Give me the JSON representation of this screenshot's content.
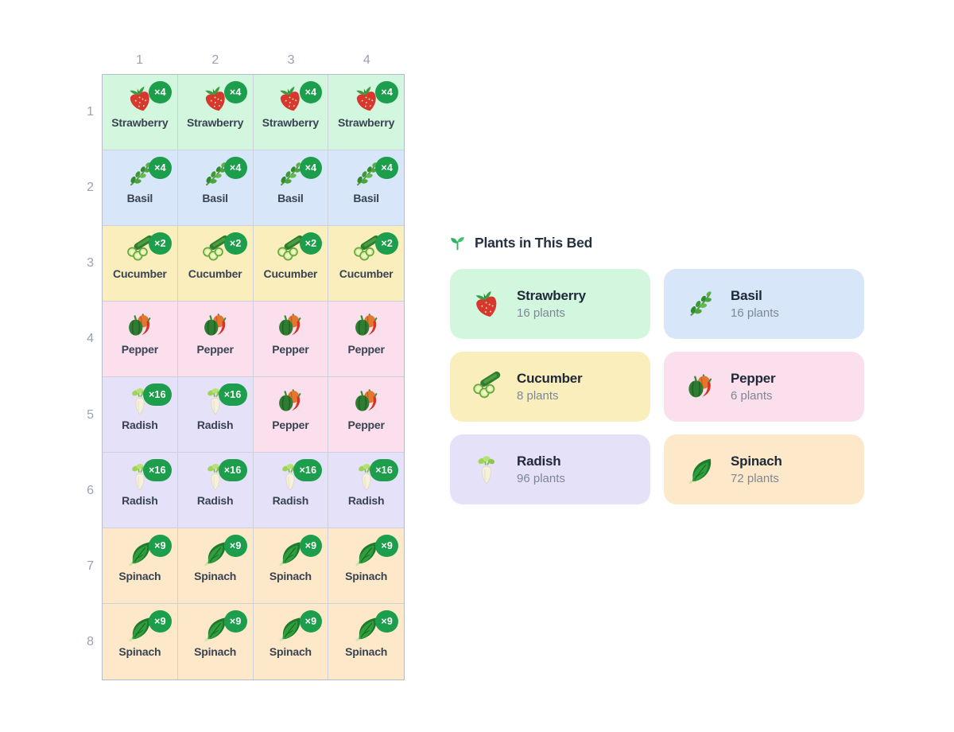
{
  "palette": {
    "badge_green": "#1d9e4c",
    "seedling_green": "#2eb561",
    "plant_colors": {
      "strawberry": "#d3f6de",
      "basil": "#d7e6f8",
      "cucumber": "#faeebd",
      "pepper": "#fbdfec",
      "radish": "#e4e1f8",
      "spinach": "#fde9c9"
    }
  },
  "grid": {
    "column_labels": [
      "1",
      "2",
      "3",
      "4"
    ],
    "row_labels": [
      "1",
      "2",
      "3",
      "4",
      "5",
      "6",
      "7",
      "8"
    ],
    "rows": [
      [
        {
          "plant": "strawberry",
          "label": "Strawberry",
          "badge": "×4"
        },
        {
          "plant": "strawberry",
          "label": "Strawberry",
          "badge": "×4"
        },
        {
          "plant": "strawberry",
          "label": "Strawberry",
          "badge": "×4"
        },
        {
          "plant": "strawberry",
          "label": "Strawberry",
          "badge": "×4"
        }
      ],
      [
        {
          "plant": "basil",
          "label": "Basil",
          "badge": "×4"
        },
        {
          "plant": "basil",
          "label": "Basil",
          "badge": "×4"
        },
        {
          "plant": "basil",
          "label": "Basil",
          "badge": "×4"
        },
        {
          "plant": "basil",
          "label": "Basil",
          "badge": "×4"
        }
      ],
      [
        {
          "plant": "cucumber",
          "label": "Cucumber",
          "badge": "×2"
        },
        {
          "plant": "cucumber",
          "label": "Cucumber",
          "badge": "×2"
        },
        {
          "plant": "cucumber",
          "label": "Cucumber",
          "badge": "×2"
        },
        {
          "plant": "cucumber",
          "label": "Cucumber",
          "badge": "×2"
        }
      ],
      [
        {
          "plant": "pepper",
          "label": "Pepper",
          "badge": ""
        },
        {
          "plant": "pepper",
          "label": "Pepper",
          "badge": ""
        },
        {
          "plant": "pepper",
          "label": "Pepper",
          "badge": ""
        },
        {
          "plant": "pepper",
          "label": "Pepper",
          "badge": ""
        }
      ],
      [
        {
          "plant": "radish",
          "label": "Radish",
          "badge": "×16"
        },
        {
          "plant": "radish",
          "label": "Radish",
          "badge": "×16"
        },
        {
          "plant": "pepper",
          "label": "Pepper",
          "badge": ""
        },
        {
          "plant": "pepper",
          "label": "Pepper",
          "badge": ""
        }
      ],
      [
        {
          "plant": "radish",
          "label": "Radish",
          "badge": "×16"
        },
        {
          "plant": "radish",
          "label": "Radish",
          "badge": "×16"
        },
        {
          "plant": "radish",
          "label": "Radish",
          "badge": "×16"
        },
        {
          "plant": "radish",
          "label": "Radish",
          "badge": "×16"
        }
      ],
      [
        {
          "plant": "spinach",
          "label": "Spinach",
          "badge": "×9"
        },
        {
          "plant": "spinach",
          "label": "Spinach",
          "badge": "×9"
        },
        {
          "plant": "spinach",
          "label": "Spinach",
          "badge": "×9"
        },
        {
          "plant": "spinach",
          "label": "Spinach",
          "badge": "×9"
        }
      ],
      [
        {
          "plant": "spinach",
          "label": "Spinach",
          "badge": "×9"
        },
        {
          "plant": "spinach",
          "label": "Spinach",
          "badge": "×9"
        },
        {
          "plant": "spinach",
          "label": "Spinach",
          "badge": "×9"
        },
        {
          "plant": "spinach",
          "label": "Spinach",
          "badge": "×9"
        }
      ]
    ]
  },
  "legend": {
    "title": "Plants in This Bed",
    "icon": "seedling-icon",
    "cards": [
      {
        "plant": "strawberry",
        "name": "Strawberry",
        "count": "16 plants"
      },
      {
        "plant": "basil",
        "name": "Basil",
        "count": "16 plants"
      },
      {
        "plant": "cucumber",
        "name": "Cucumber",
        "count": "8 plants"
      },
      {
        "plant": "pepper",
        "name": "Pepper",
        "count": "6 plants"
      },
      {
        "plant": "radish",
        "name": "Radish",
        "count": "96 plants"
      },
      {
        "plant": "spinach",
        "name": "Spinach",
        "count": "72 plants"
      }
    ]
  }
}
